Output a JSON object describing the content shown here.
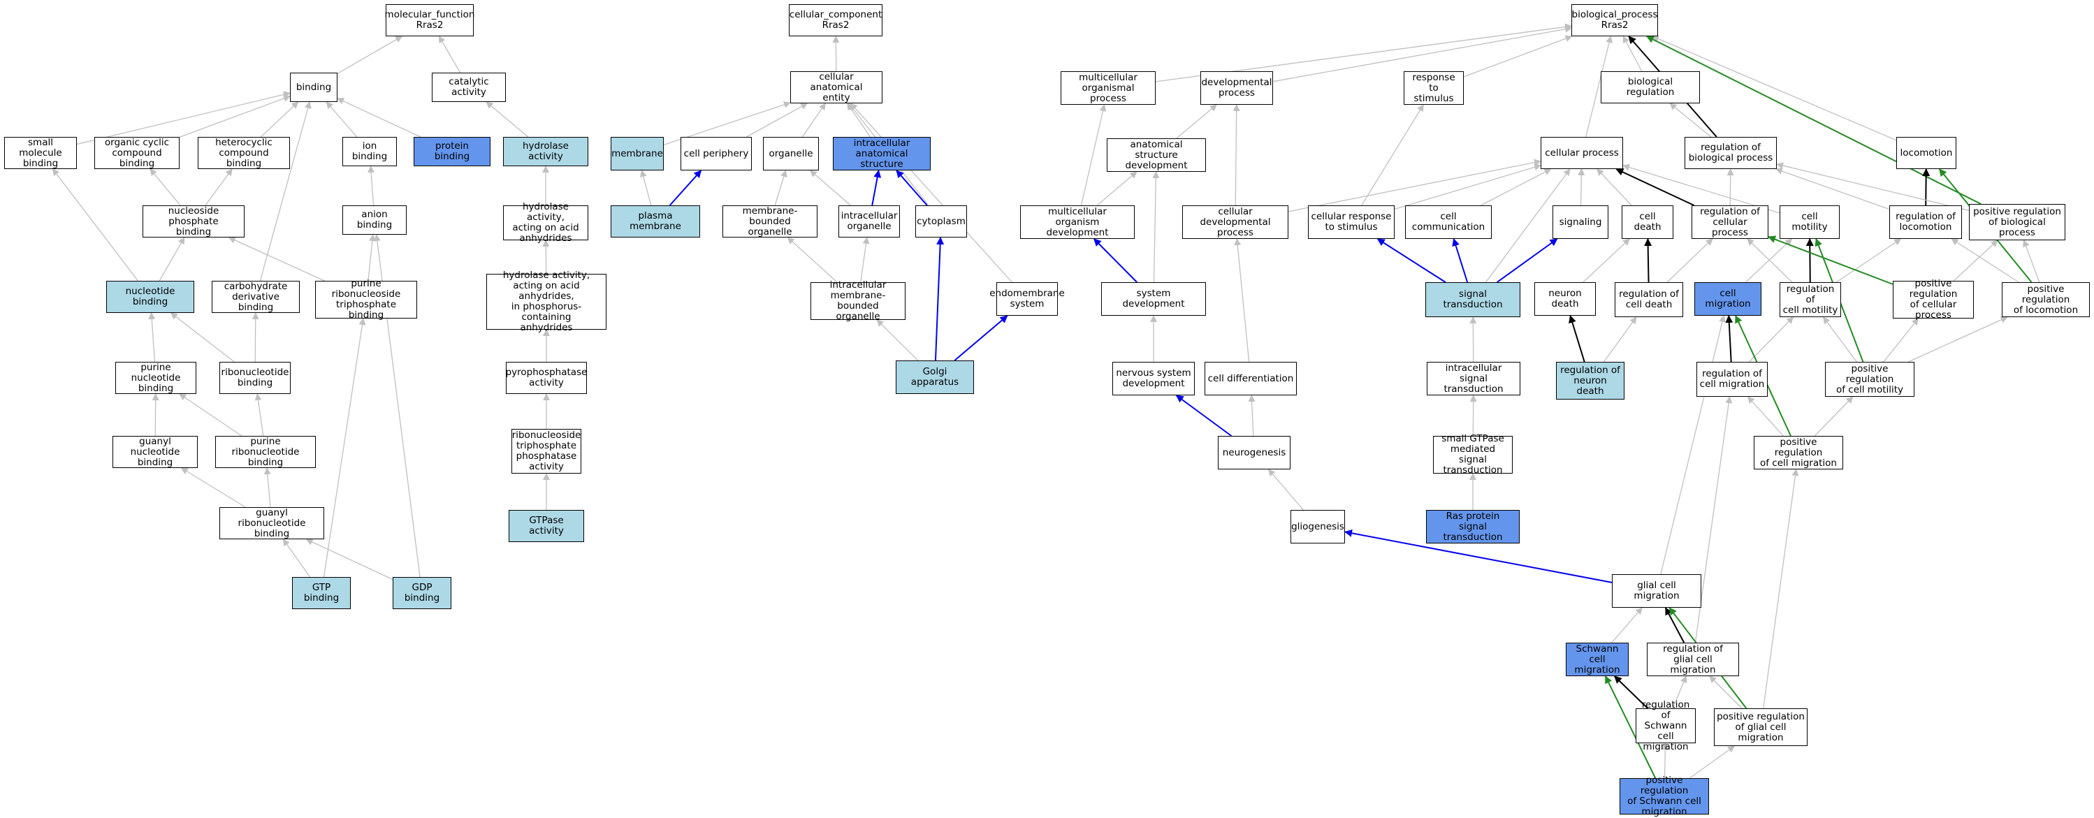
{
  "colors": {
    "white": "#ffffff",
    "light": "#add8e6",
    "blue": "#6495ed",
    "gray": "#c0c0c0",
    "black": "#000000",
    "bluelink": "#0000ee",
    "green": "#228b22"
  },
  "nodes": [
    {
      "id": "mf",
      "label": "molecular_function\nRras2",
      "fill": "white"
    },
    {
      "id": "binding",
      "label": "binding",
      "fill": "white"
    },
    {
      "id": "catact",
      "label": "catalytic activity",
      "fill": "white"
    },
    {
      "id": "smb",
      "label": "small molecule\nbinding",
      "fill": "white"
    },
    {
      "id": "occb",
      "label": "organic cyclic\ncompound binding",
      "fill": "white"
    },
    {
      "id": "hcb",
      "label": "heterocyclic\ncompound binding",
      "fill": "white"
    },
    {
      "id": "ionb",
      "label": "ion binding",
      "fill": "white"
    },
    {
      "id": "protb",
      "label": "protein binding",
      "fill": "blue"
    },
    {
      "id": "hydact",
      "label": "hydrolase activity",
      "fill": "light"
    },
    {
      "id": "npb",
      "label": "nucleoside phosphate\nbinding",
      "fill": "white"
    },
    {
      "id": "anionb",
      "label": "anion binding",
      "fill": "white"
    },
    {
      "id": "hyd2",
      "label": "hydrolase activity,\nacting on acid\nanhydrides",
      "fill": "white"
    },
    {
      "id": "nucb",
      "label": "nucleotide binding",
      "fill": "light"
    },
    {
      "id": "carbb",
      "label": "carbohydrate\nderivative binding",
      "fill": "white"
    },
    {
      "id": "prntb",
      "label": "purine ribonucleoside\ntriphosphate\nbinding",
      "fill": "white"
    },
    {
      "id": "hyd3",
      "label": "hydrolase activity,\nacting on acid\nanhydrides,\nin phosphorus-containing\nanhydrides",
      "fill": "white"
    },
    {
      "id": "pnb",
      "label": "purine nucleotide\nbinding",
      "fill": "white"
    },
    {
      "id": "ribb",
      "label": "ribonucleotide\nbinding",
      "fill": "white"
    },
    {
      "id": "pyro",
      "label": "pyrophosphatase\nactivity",
      "fill": "white"
    },
    {
      "id": "gnb",
      "label": "guanyl nucleotide\nbinding",
      "fill": "white"
    },
    {
      "id": "prb",
      "label": "purine ribonucleotide\nbinding",
      "fill": "white"
    },
    {
      "id": "ntpa",
      "label": "ribonucleoside\ntriphosphate\nphosphatase\nactivity",
      "fill": "white"
    },
    {
      "id": "grb",
      "label": "guanyl ribonucleotide\nbinding",
      "fill": "white"
    },
    {
      "id": "gtpase",
      "label": "GTPase activity",
      "fill": "light"
    },
    {
      "id": "gtpb",
      "label": "GTP binding",
      "fill": "light"
    },
    {
      "id": "gdpb",
      "label": "GDP binding",
      "fill": "light"
    },
    {
      "id": "cc",
      "label": "cellular_component\nRras2",
      "fill": "white"
    },
    {
      "id": "cae",
      "label": "cellular anatomical\nentity",
      "fill": "white"
    },
    {
      "id": "membrane",
      "label": "membrane",
      "fill": "light"
    },
    {
      "id": "cperiph",
      "label": "cell periphery",
      "fill": "white"
    },
    {
      "id": "organelle",
      "label": "organelle",
      "fill": "white"
    },
    {
      "id": "ias",
      "label": "intracellular\nanatomical structure",
      "fill": "blue"
    },
    {
      "id": "pm",
      "label": "plasma membrane",
      "fill": "light"
    },
    {
      "id": "mbo",
      "label": "membrane-bounded\norganelle",
      "fill": "white"
    },
    {
      "id": "intorg",
      "label": "intracellular\norganelle",
      "fill": "white"
    },
    {
      "id": "cyto",
      "label": "cytoplasm",
      "fill": "white"
    },
    {
      "id": "imbo",
      "label": "intracellular\nmembrane-bounded\norganelle",
      "fill": "white"
    },
    {
      "id": "endo",
      "label": "endomembrane\nsystem",
      "fill": "white"
    },
    {
      "id": "golgi",
      "label": "Golgi apparatus",
      "fill": "light"
    },
    {
      "id": "bp",
      "label": "biological_process\nRras2",
      "fill": "white"
    },
    {
      "id": "mop",
      "label": "multicellular\norganismal process",
      "fill": "white"
    },
    {
      "id": "devp",
      "label": "developmental\nprocess",
      "fill": "white"
    },
    {
      "id": "rts",
      "label": "response to\nstimulus",
      "fill": "white"
    },
    {
      "id": "breg",
      "label": "biological regulation",
      "fill": "white"
    },
    {
      "id": "asd",
      "label": "anatomical structure\ndevelopment",
      "fill": "white"
    },
    {
      "id": "cellp",
      "label": "cellular process",
      "fill": "white"
    },
    {
      "id": "rbp",
      "label": "regulation of\nbiological process",
      "fill": "white"
    },
    {
      "id": "loco",
      "label": "locomotion",
      "fill": "white"
    },
    {
      "id": "mod",
      "label": "multicellular\norganism development",
      "fill": "white"
    },
    {
      "id": "cdp",
      "label": "cellular developmental\nprocess",
      "fill": "white"
    },
    {
      "id": "crs",
      "label": "cellular response\nto stimulus",
      "fill": "white"
    },
    {
      "id": "ccom",
      "label": "cell communication",
      "fill": "white"
    },
    {
      "id": "sig",
      "label": "signaling",
      "fill": "white"
    },
    {
      "id": "cdeath",
      "label": "cell death",
      "fill": "white"
    },
    {
      "id": "rcp",
      "label": "regulation of\ncellular process",
      "fill": "white"
    },
    {
      "id": "cmot",
      "label": "cell motility",
      "fill": "white"
    },
    {
      "id": "rloco",
      "label": "regulation of\nlocomotion",
      "fill": "white"
    },
    {
      "id": "prbp",
      "label": "positive regulation\nof biological\nprocess",
      "fill": "white"
    },
    {
      "id": "sysdev",
      "label": "system development",
      "fill": "white"
    },
    {
      "id": "sigtr",
      "label": "signal transduction",
      "fill": "light"
    },
    {
      "id": "ndeath",
      "label": "neuron death",
      "fill": "white"
    },
    {
      "id": "rcd",
      "label": "regulation of\ncell death",
      "fill": "white"
    },
    {
      "id": "cmig",
      "label": "cell migration",
      "fill": "blue"
    },
    {
      "id": "rcm",
      "label": "regulation of\ncell motility",
      "fill": "white"
    },
    {
      "id": "prcp",
      "label": "positive regulation\nof cellular\nprocess",
      "fill": "white"
    },
    {
      "id": "prloco",
      "label": "positive regulation\nof locomotion",
      "fill": "white"
    },
    {
      "id": "nsd",
      "label": "nervous system\ndevelopment",
      "fill": "white"
    },
    {
      "id": "cdiff",
      "label": "cell differentiation",
      "fill": "white"
    },
    {
      "id": "ist",
      "label": "intracellular\nsignal transduction",
      "fill": "white"
    },
    {
      "id": "rnd",
      "label": "regulation of\nneuron death",
      "fill": "light"
    },
    {
      "id": "rcmig",
      "label": "regulation of\ncell migration",
      "fill": "white"
    },
    {
      "id": "prcmot",
      "label": "positive regulation\nof cell motility",
      "fill": "white"
    },
    {
      "id": "neurog",
      "label": "neurogenesis",
      "fill": "white"
    },
    {
      "id": "sgtp",
      "label": "small GTPase\nmediated signal\ntransduction",
      "fill": "white"
    },
    {
      "id": "prcmig",
      "label": "positive regulation\nof cell migration",
      "fill": "white"
    },
    {
      "id": "glio",
      "label": "gliogenesis",
      "fill": "white"
    },
    {
      "id": "rasst",
      "label": "Ras protein\nsignal transduction",
      "fill": "blue"
    },
    {
      "id": "gcm",
      "label": "glial cell migration",
      "fill": "white"
    },
    {
      "id": "scm",
      "label": "Schwann cell\nmigration",
      "fill": "blue"
    },
    {
      "id": "rgcm",
      "label": "regulation of\nglial cell migration",
      "fill": "white"
    },
    {
      "id": "rscm",
      "label": "regulation of\nSchwann cell\nmigration",
      "fill": "white"
    },
    {
      "id": "prgcm",
      "label": "positive regulation\nof glial cell\nmigration",
      "fill": "white"
    },
    {
      "id": "prscm",
      "label": "positive regulation\nof Schwann cell\nmigration",
      "fill": "blue"
    }
  ],
  "edges": [
    [
      "binding",
      "mf",
      "gray"
    ],
    [
      "catact",
      "mf",
      "gray"
    ],
    [
      "smb",
      "binding",
      "gray"
    ],
    [
      "occb",
      "binding",
      "gray"
    ],
    [
      "hcb",
      "binding",
      "gray"
    ],
    [
      "ionb",
      "binding",
      "gray"
    ],
    [
      "protb",
      "binding",
      "gray"
    ],
    [
      "carbb",
      "binding",
      "gray"
    ],
    [
      "hydact",
      "catact",
      "gray"
    ],
    [
      "npb",
      "occb",
      "gray"
    ],
    [
      "npb",
      "hcb",
      "gray"
    ],
    [
      "anionb",
      "ionb",
      "gray"
    ],
    [
      "hyd2",
      "hydact",
      "gray"
    ],
    [
      "nucb",
      "npb",
      "gray"
    ],
    [
      "nucb",
      "smb",
      "gray"
    ],
    [
      "prntb",
      "npb",
      "gray"
    ],
    [
      "prntb",
      "anionb",
      "gray"
    ],
    [
      "hyd3",
      "hyd2",
      "gray"
    ],
    [
      "pnb",
      "nucb",
      "gray"
    ],
    [
      "ribb",
      "nucb",
      "gray"
    ],
    [
      "ribb",
      "carbb",
      "gray"
    ],
    [
      "pyro",
      "hyd3",
      "gray"
    ],
    [
      "gnb",
      "pnb",
      "gray"
    ],
    [
      "prb",
      "pnb",
      "gray"
    ],
    [
      "prb",
      "ribb",
      "gray"
    ],
    [
      "ntpa",
      "pyro",
      "gray"
    ],
    [
      "grb",
      "gnb",
      "gray"
    ],
    [
      "grb",
      "prb",
      "gray"
    ],
    [
      "gtpase",
      "ntpa",
      "gray"
    ],
    [
      "gtpb",
      "grb",
      "gray"
    ],
    [
      "gtpb",
      "prntb",
      "gray"
    ],
    [
      "gdpb",
      "grb",
      "gray"
    ],
    [
      "gdpb",
      "anionb",
      "gray"
    ],
    [
      "cae",
      "cc",
      "gray"
    ],
    [
      "membrane",
      "cae",
      "gray"
    ],
    [
      "cperiph",
      "cae",
      "gray"
    ],
    [
      "organelle",
      "cae",
      "gray"
    ],
    [
      "ias",
      "cae",
      "gray"
    ],
    [
      "cyto",
      "cae",
      "gray"
    ],
    [
      "endo",
      "cae",
      "gray"
    ],
    [
      "pm",
      "membrane",
      "gray"
    ],
    [
      "pm",
      "cperiph",
      "bluelink"
    ],
    [
      "mbo",
      "organelle",
      "gray"
    ],
    [
      "intorg",
      "organelle",
      "gray"
    ],
    [
      "intorg",
      "ias",
      "bluelink"
    ],
    [
      "cyto",
      "ias",
      "bluelink"
    ],
    [
      "imbo",
      "mbo",
      "gray"
    ],
    [
      "imbo",
      "intorg",
      "gray"
    ],
    [
      "golgi",
      "imbo",
      "gray"
    ],
    [
      "golgi",
      "cyto",
      "bluelink"
    ],
    [
      "golgi",
      "endo",
      "bluelink"
    ],
    [
      "mop",
      "bp",
      "gray"
    ],
    [
      "devp",
      "bp",
      "gray"
    ],
    [
      "rts",
      "bp",
      "gray"
    ],
    [
      "breg",
      "bp",
      "gray"
    ],
    [
      "cellp",
      "bp",
      "gray"
    ],
    [
      "loco",
      "bp",
      "gray"
    ],
    [
      "rbp",
      "bp",
      "black"
    ],
    [
      "prbp",
      "bp",
      "green"
    ],
    [
      "asd",
      "devp",
      "gray"
    ],
    [
      "mod",
      "mop",
      "gray"
    ],
    [
      "mod",
      "asd",
      "gray"
    ],
    [
      "cdp",
      "cellp",
      "gray"
    ],
    [
      "cdp",
      "devp",
      "gray"
    ],
    [
      "crs",
      "cellp",
      "gray"
    ],
    [
      "crs",
      "rts",
      "gray"
    ],
    [
      "ccom",
      "cellp",
      "gray"
    ],
    [
      "sig",
      "cellp",
      "gray"
    ],
    [
      "cdeath",
      "cellp",
      "gray"
    ],
    [
      "rcp",
      "cellp",
      "black"
    ],
    [
      "rcp",
      "rbp",
      "gray"
    ],
    [
      "cmot",
      "cellp",
      "gray"
    ],
    [
      "rloco",
      "loco",
      "black"
    ],
    [
      "rloco",
      "rbp",
      "gray"
    ],
    [
      "prbp",
      "rbp",
      "gray"
    ],
    [
      "rbp",
      "breg",
      "gray"
    ],
    [
      "sysdev",
      "mod",
      "bluelink"
    ],
    [
      "sysdev",
      "asd",
      "gray"
    ],
    [
      "sigtr",
      "crs",
      "bluelink"
    ],
    [
      "sigtr",
      "ccom",
      "bluelink"
    ],
    [
      "sigtr",
      "sig",
      "bluelink"
    ],
    [
      "sigtr",
      "cellp",
      "gray"
    ],
    [
      "ndeath",
      "cdeath",
      "gray"
    ],
    [
      "rcd",
      "cdeath",
      "black"
    ],
    [
      "rcd",
      "rcp",
      "gray"
    ],
    [
      "cmig",
      "cmot",
      "gray"
    ],
    [
      "rcm",
      "cmot",
      "black"
    ],
    [
      "rcm",
      "rloco",
      "gray"
    ],
    [
      "rcm",
      "rcp",
      "gray"
    ],
    [
      "prcp",
      "rcp",
      "green"
    ],
    [
      "prcp",
      "prbp",
      "gray"
    ],
    [
      "prloco",
      "rloco",
      "gray"
    ],
    [
      "prloco",
      "prbp",
      "gray"
    ],
    [
      "prloco",
      "loco",
      "green"
    ],
    [
      "nsd",
      "sysdev",
      "gray"
    ],
    [
      "cdiff",
      "cdp",
      "gray"
    ],
    [
      "ist",
      "sigtr",
      "gray"
    ],
    [
      "rnd",
      "ndeath",
      "black"
    ],
    [
      "rnd",
      "rcd",
      "gray"
    ],
    [
      "rcmig",
      "cmig",
      "black"
    ],
    [
      "rcmig",
      "rcm",
      "gray"
    ],
    [
      "prcmot",
      "rcm",
      "gray"
    ],
    [
      "prcmot",
      "cmot",
      "green"
    ],
    [
      "prcmot",
      "prcp",
      "gray"
    ],
    [
      "prcmot",
      "prloco",
      "gray"
    ],
    [
      "neurog",
      "nsd",
      "bluelink"
    ],
    [
      "neurog",
      "cdiff",
      "gray"
    ],
    [
      "sgtp",
      "ist",
      "gray"
    ],
    [
      "prcmig",
      "rcmig",
      "gray"
    ],
    [
      "prcmig",
      "prcmot",
      "gray"
    ],
    [
      "prcmig",
      "cmig",
      "green"
    ],
    [
      "glio",
      "neurog",
      "gray"
    ],
    [
      "rasst",
      "sgtp",
      "gray"
    ],
    [
      "gcm",
      "glio",
      "bluelink"
    ],
    [
      "gcm",
      "cmig",
      "gray"
    ],
    [
      "scm",
      "gcm",
      "gray"
    ],
    [
      "rgcm",
      "gcm",
      "black"
    ],
    [
      "rgcm",
      "rcmig",
      "gray"
    ],
    [
      "rscm",
      "scm",
      "black"
    ],
    [
      "rscm",
      "rgcm",
      "gray"
    ],
    [
      "prgcm",
      "rgcm",
      "gray"
    ],
    [
      "prgcm",
      "prcmig",
      "gray"
    ],
    [
      "prgcm",
      "gcm",
      "green"
    ],
    [
      "prscm",
      "rscm",
      "gray"
    ],
    [
      "prscm",
      "prgcm",
      "gray"
    ],
    [
      "prscm",
      "scm",
      "green"
    ]
  ]
}
